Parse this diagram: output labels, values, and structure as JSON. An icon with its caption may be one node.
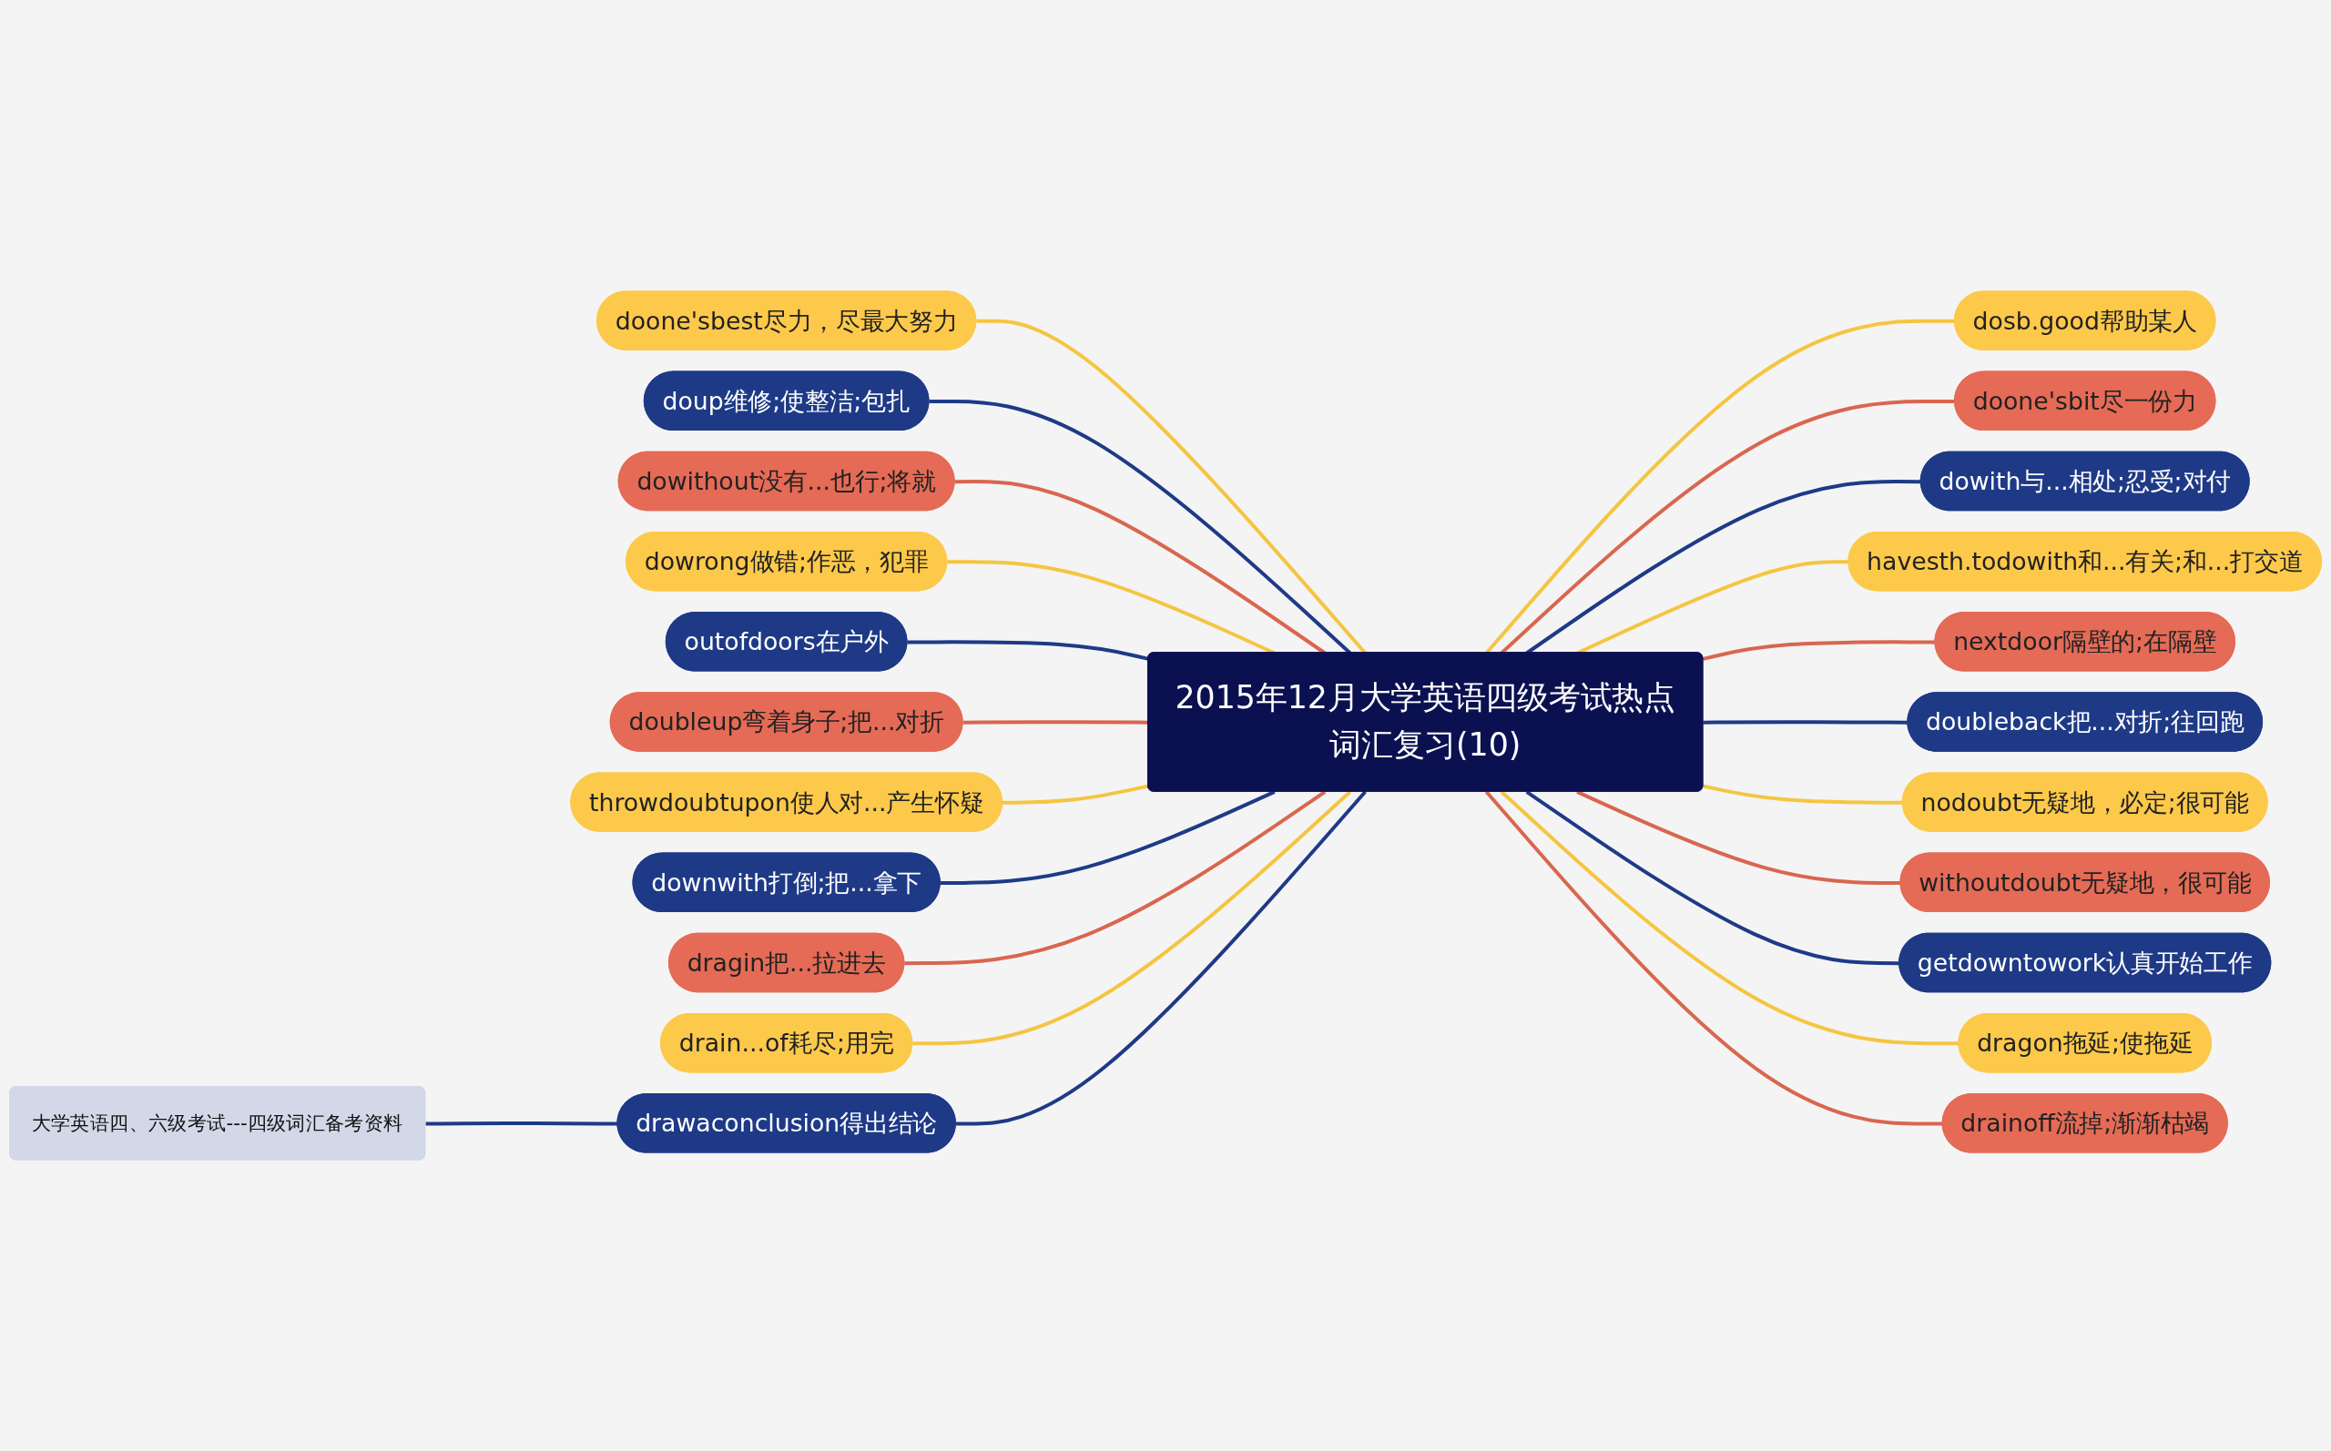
{
  "diagram": {
    "nodes": [
      {
        "text": [
          "2015年12月大学英语四级考试热点词汇复习(10)"
        ]
      },
      {
        "text": [
          "doone'sbest尽力，尽最大努力"
        ]
      },
      {
        "text": [
          "doup维修;使整洁;包扎"
        ]
      },
      {
        "text": [
          "dowithout没有...也行;将就"
        ]
      },
      {
        "text": [
          "dowrong做错;作恶，犯罪"
        ]
      },
      {
        "text": [
          "outofdoors在户外"
        ]
      },
      {
        "text": [
          "doubleup弯着身子;把...对折"
        ]
      },
      {
        "text": [
          "throwdoubtupon使人对...产生怀疑"
        ]
      },
      {
        "text": [
          "downwith打倒;把...拿下"
        ]
      },
      {
        "text": [
          "dragin把...拉进去"
        ]
      },
      {
        "text": [
          "drain...of耗尽;用完"
        ]
      },
      {
        "text": [
          "drawaconclusion得出结论"
        ]
      },
      {
        "text": [
          "大学英语四、六级考试---四级词汇备考资料"
        ]
      },
      {
        "text": [
          "dosb.good帮助某人"
        ]
      },
      {
        "text": [
          "doone'sbit尽一份力"
        ]
      },
      {
        "text": [
          "dowith与...相处;忍受;对付"
        ]
      },
      {
        "text": [
          "havesth.todowith和...有关;和...打交道"
        ]
      },
      {
        "text": [
          "nextdoor隔壁的;在隔壁"
        ]
      },
      {
        "text": [
          "doubleback把...对折;往回跑"
        ]
      },
      {
        "text": [
          "nodoubt无疑地，必定;很可能"
        ]
      },
      {
        "text": [
          "withoutdoubt无疑地，很可能"
        ]
      },
      {
        "text": [
          "getdowntowork认真开始工作"
        ]
      },
      {
        "text": [
          "dragon拖延;使拖延"
        ]
      },
      {
        "text": [
          "drainoff流掉;渐渐枯竭"
        ]
      }
    ],
    "edges": [
      {
        "from": 0,
        "to": 1,
        "arrow": "none",
        "color": "#f5c542"
      },
      {
        "from": 0,
        "to": 2,
        "arrow": "none",
        "color": "#1e3a87"
      },
      {
        "from": 0,
        "to": 3,
        "arrow": "none",
        "color": "#d9664f"
      },
      {
        "from": 0,
        "to": 4,
        "arrow": "none",
        "color": "#f5c542"
      },
      {
        "from": 0,
        "to": 5,
        "arrow": "none",
        "color": "#1e3a87"
      },
      {
        "from": 0,
        "to": 6,
        "arrow": "none",
        "color": "#d9664f"
      },
      {
        "from": 0,
        "to": 7,
        "arrow": "none",
        "color": "#f5c542"
      },
      {
        "from": 0,
        "to": 8,
        "arrow": "none",
        "color": "#1e3a87"
      },
      {
        "from": 0,
        "to": 9,
        "arrow": "none",
        "color": "#d9664f"
      },
      {
        "from": 0,
        "to": 10,
        "arrow": "none",
        "color": "#f5c542"
      },
      {
        "from": 0,
        "to": 11,
        "arrow": "none",
        "color": "#1e3a87"
      },
      {
        "from": 11,
        "to": 12,
        "arrow": "none",
        "color": "#1e3a87"
      },
      {
        "from": 0,
        "to": 13,
        "arrow": "none",
        "color": "#f5c542"
      },
      {
        "from": 0,
        "to": 14,
        "arrow": "none",
        "color": "#d9664f"
      },
      {
        "from": 0,
        "to": 15,
        "arrow": "none",
        "color": "#1e3a87"
      },
      {
        "from": 0,
        "to": 16,
        "arrow": "none",
        "color": "#f5c542"
      },
      {
        "from": 0,
        "to": 17,
        "arrow": "none",
        "color": "#d9664f"
      },
      {
        "from": 0,
        "to": 18,
        "arrow": "none",
        "color": "#1e3a87"
      },
      {
        "from": 0,
        "to": 19,
        "arrow": "none",
        "color": "#f5c542"
      },
      {
        "from": 0,
        "to": 20,
        "arrow": "none",
        "color": "#d9664f"
      },
      {
        "from": 0,
        "to": 21,
        "arrow": "none",
        "color": "#1e3a87"
      },
      {
        "from": 0,
        "to": 22,
        "arrow": "none",
        "color": "#f5c542"
      },
      {
        "from": 0,
        "to": 23,
        "arrow": "none",
        "color": "#d9664f"
      }
    ]
  }
}
